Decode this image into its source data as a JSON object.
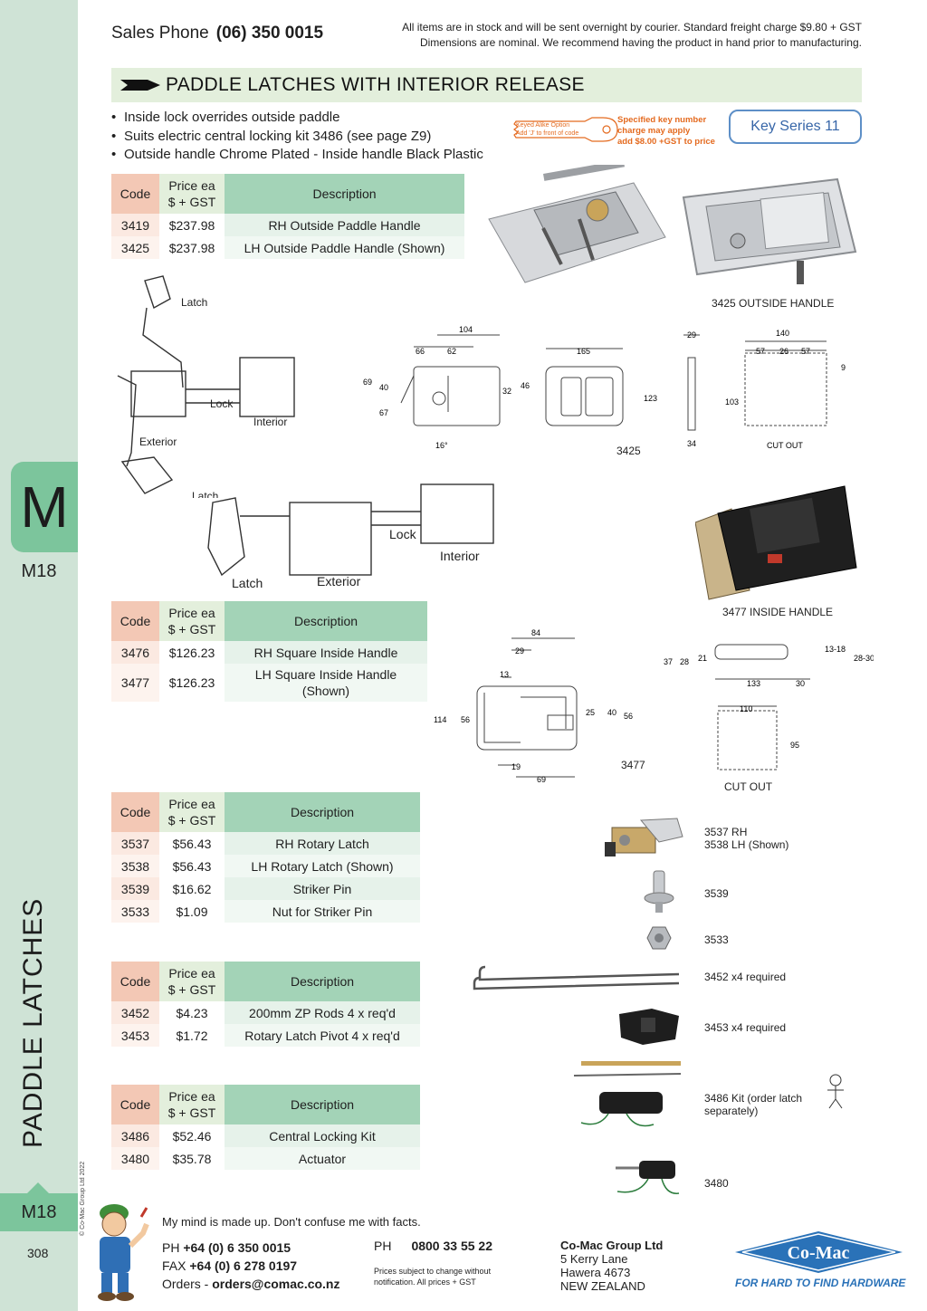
{
  "sidebar": {
    "tab_letter": "M",
    "code_top": "M18",
    "vertical_title": "PADDLE LATCHES",
    "code_bottom": "M18",
    "page_number": "308",
    "copyright": "© Co-Mac Group Ltd 2022"
  },
  "header": {
    "sales_label": "Sales Phone",
    "sales_phone": "(06) 350 0015",
    "notice_line1": "All items are in stock and will be sent overnight by courier. Standard freight charge $9.80 + GST",
    "notice_line2": "Dimensions are nominal. We recommend having the product in hand prior to manufacturing."
  },
  "section": {
    "title": "PADDLE LATCHES WITH INTERIOR RELEASE",
    "bullets": [
      "Inside lock overrides outside paddle",
      "Suits electric central locking kit 3486 (see page Z9)",
      "Outside handle Chrome Plated - Inside handle Black Plastic"
    ],
    "key_tag_line1": "Keyed Alike Option",
    "key_tag_line2": "Add 'J' to front of code",
    "key_note_line1": "Specified key number",
    "key_note_line2": "charge may apply",
    "key_note_line3": "add $8.00 +GST to price",
    "key_series": "Key Series 11"
  },
  "table_headers": {
    "code": "Code",
    "price_line1": "Price ea",
    "price_line2": "$ + GST",
    "description": "Description"
  },
  "tables": {
    "outside": [
      {
        "code": "3419",
        "price": "$237.98",
        "desc": "RH Outside Paddle Handle"
      },
      {
        "code": "3425",
        "price": "$237.98",
        "desc": "LH Outside Paddle Handle (Shown)"
      }
    ],
    "inside": [
      {
        "code": "3476",
        "price": "$126.23",
        "desc": "RH Square Inside Handle"
      },
      {
        "code": "3477",
        "price": "$126.23",
        "desc_line1": "LH Square Inside Handle",
        "desc_line2": "(Shown)"
      }
    ],
    "rotary": [
      {
        "code": "3537",
        "price": "$56.43",
        "desc": "RH Rotary Latch"
      },
      {
        "code": "3538",
        "price": "$56.43",
        "desc": "LH Rotary Latch (Shown)"
      },
      {
        "code": "3539",
        "price": "$16.62",
        "desc": "Striker Pin"
      },
      {
        "code": "3533",
        "price": "$1.09",
        "desc": "Nut for Striker Pin"
      }
    ],
    "rods": [
      {
        "code": "3452",
        "price": "$4.23",
        "desc": "200mm ZP Rods 4 x req'd"
      },
      {
        "code": "3453",
        "price": "$1.72",
        "desc": "Rotary Latch Pivot 4 x req'd"
      }
    ],
    "locking": [
      {
        "code": "3486",
        "price": "$52.46",
        "desc": "Central Locking Kit"
      },
      {
        "code": "3480",
        "price": "$35.78",
        "desc": "Actuator"
      }
    ]
  },
  "captions": {
    "outside_handle": "3425 OUTSIDE HANDLE",
    "inside_handle": "3477 INSIDE HANDLE",
    "drawing_3425": "3425",
    "drawing_3477": "3477",
    "cut_out_1": "CUT OUT",
    "cut_out_2": "CUT OUT",
    "rotary_rh": "3537 RH",
    "rotary_lh": "3538 LH (Shown)",
    "striker": "3539",
    "nut": "3533",
    "rods": "3452 x4 required",
    "pivot": "3453 x4 required",
    "kit_line1": "3486 Kit (order latch",
    "kit_line2": "separately)",
    "actuator": "3480"
  },
  "schematic_labels": {
    "latch_top": "Latch",
    "lock": "Lock",
    "interior": "Interior",
    "exterior": "Exterior",
    "latch_mid": "Latch",
    "lock2": "Lock",
    "interior2": "Interior",
    "latch_bottom": "Latch",
    "exterior2": "Exterior"
  },
  "dimensions_3425": {
    "d104": "104",
    "d66": "66",
    "d62": "62",
    "d69": "69",
    "d40": "40",
    "d67": "67",
    "d32": "32",
    "d46": "46",
    "d16": "16°",
    "d165": "165",
    "d123": "123",
    "d29": "29",
    "d103": "103",
    "d34": "34",
    "d140": "140",
    "d57a": "57",
    "d26": "26",
    "d57b": "57",
    "d9": "9"
  },
  "dimensions_3477": {
    "d84": "84",
    "d29": "29",
    "d13": "13",
    "d114": "114",
    "d56a": "56",
    "d25": "25",
    "d40": "40",
    "d56b": "56",
    "d19": "19",
    "d69": "69",
    "d37": "37",
    "d28": "28",
    "d21": "21",
    "d133": "133",
    "d30": "30",
    "d1318": "13-18",
    "d2830": "28-30",
    "d110": "110",
    "d95": "95"
  },
  "footer": {
    "quote": "My mind is made up. Don't confuse me with facts.",
    "ph_label": "PH",
    "ph_value": "+64 (0) 6 350 0015",
    "fax_label": "FAX",
    "fax_value": "+64 (0) 6 278 0197",
    "orders_label": "Orders -",
    "orders_value": "orders@comac.co.nz",
    "ph2_label": "PH",
    "ph2_value": "0800 33 55 22",
    "prices_line1": "Prices subject to change without",
    "prices_line2": "notification. All prices + GST",
    "company": "Co-Mac Group Ltd",
    "addr1": "5 Kerry Lane",
    "addr2": "Hawera 4673",
    "addr3": "NEW ZEALAND",
    "logo": "Co-Mac",
    "slogan": "FOR HARD TO FIND HARDWARE"
  },
  "colors": {
    "sidebar": "#cfe3d6",
    "tab": "#7cc59c",
    "code_header": "#f3c8b5",
    "desc_header": "#a3d3b7",
    "section_bar": "#e3efdc",
    "accent_orange": "#e46a1f",
    "brand_blue": "#2a72b8"
  }
}
